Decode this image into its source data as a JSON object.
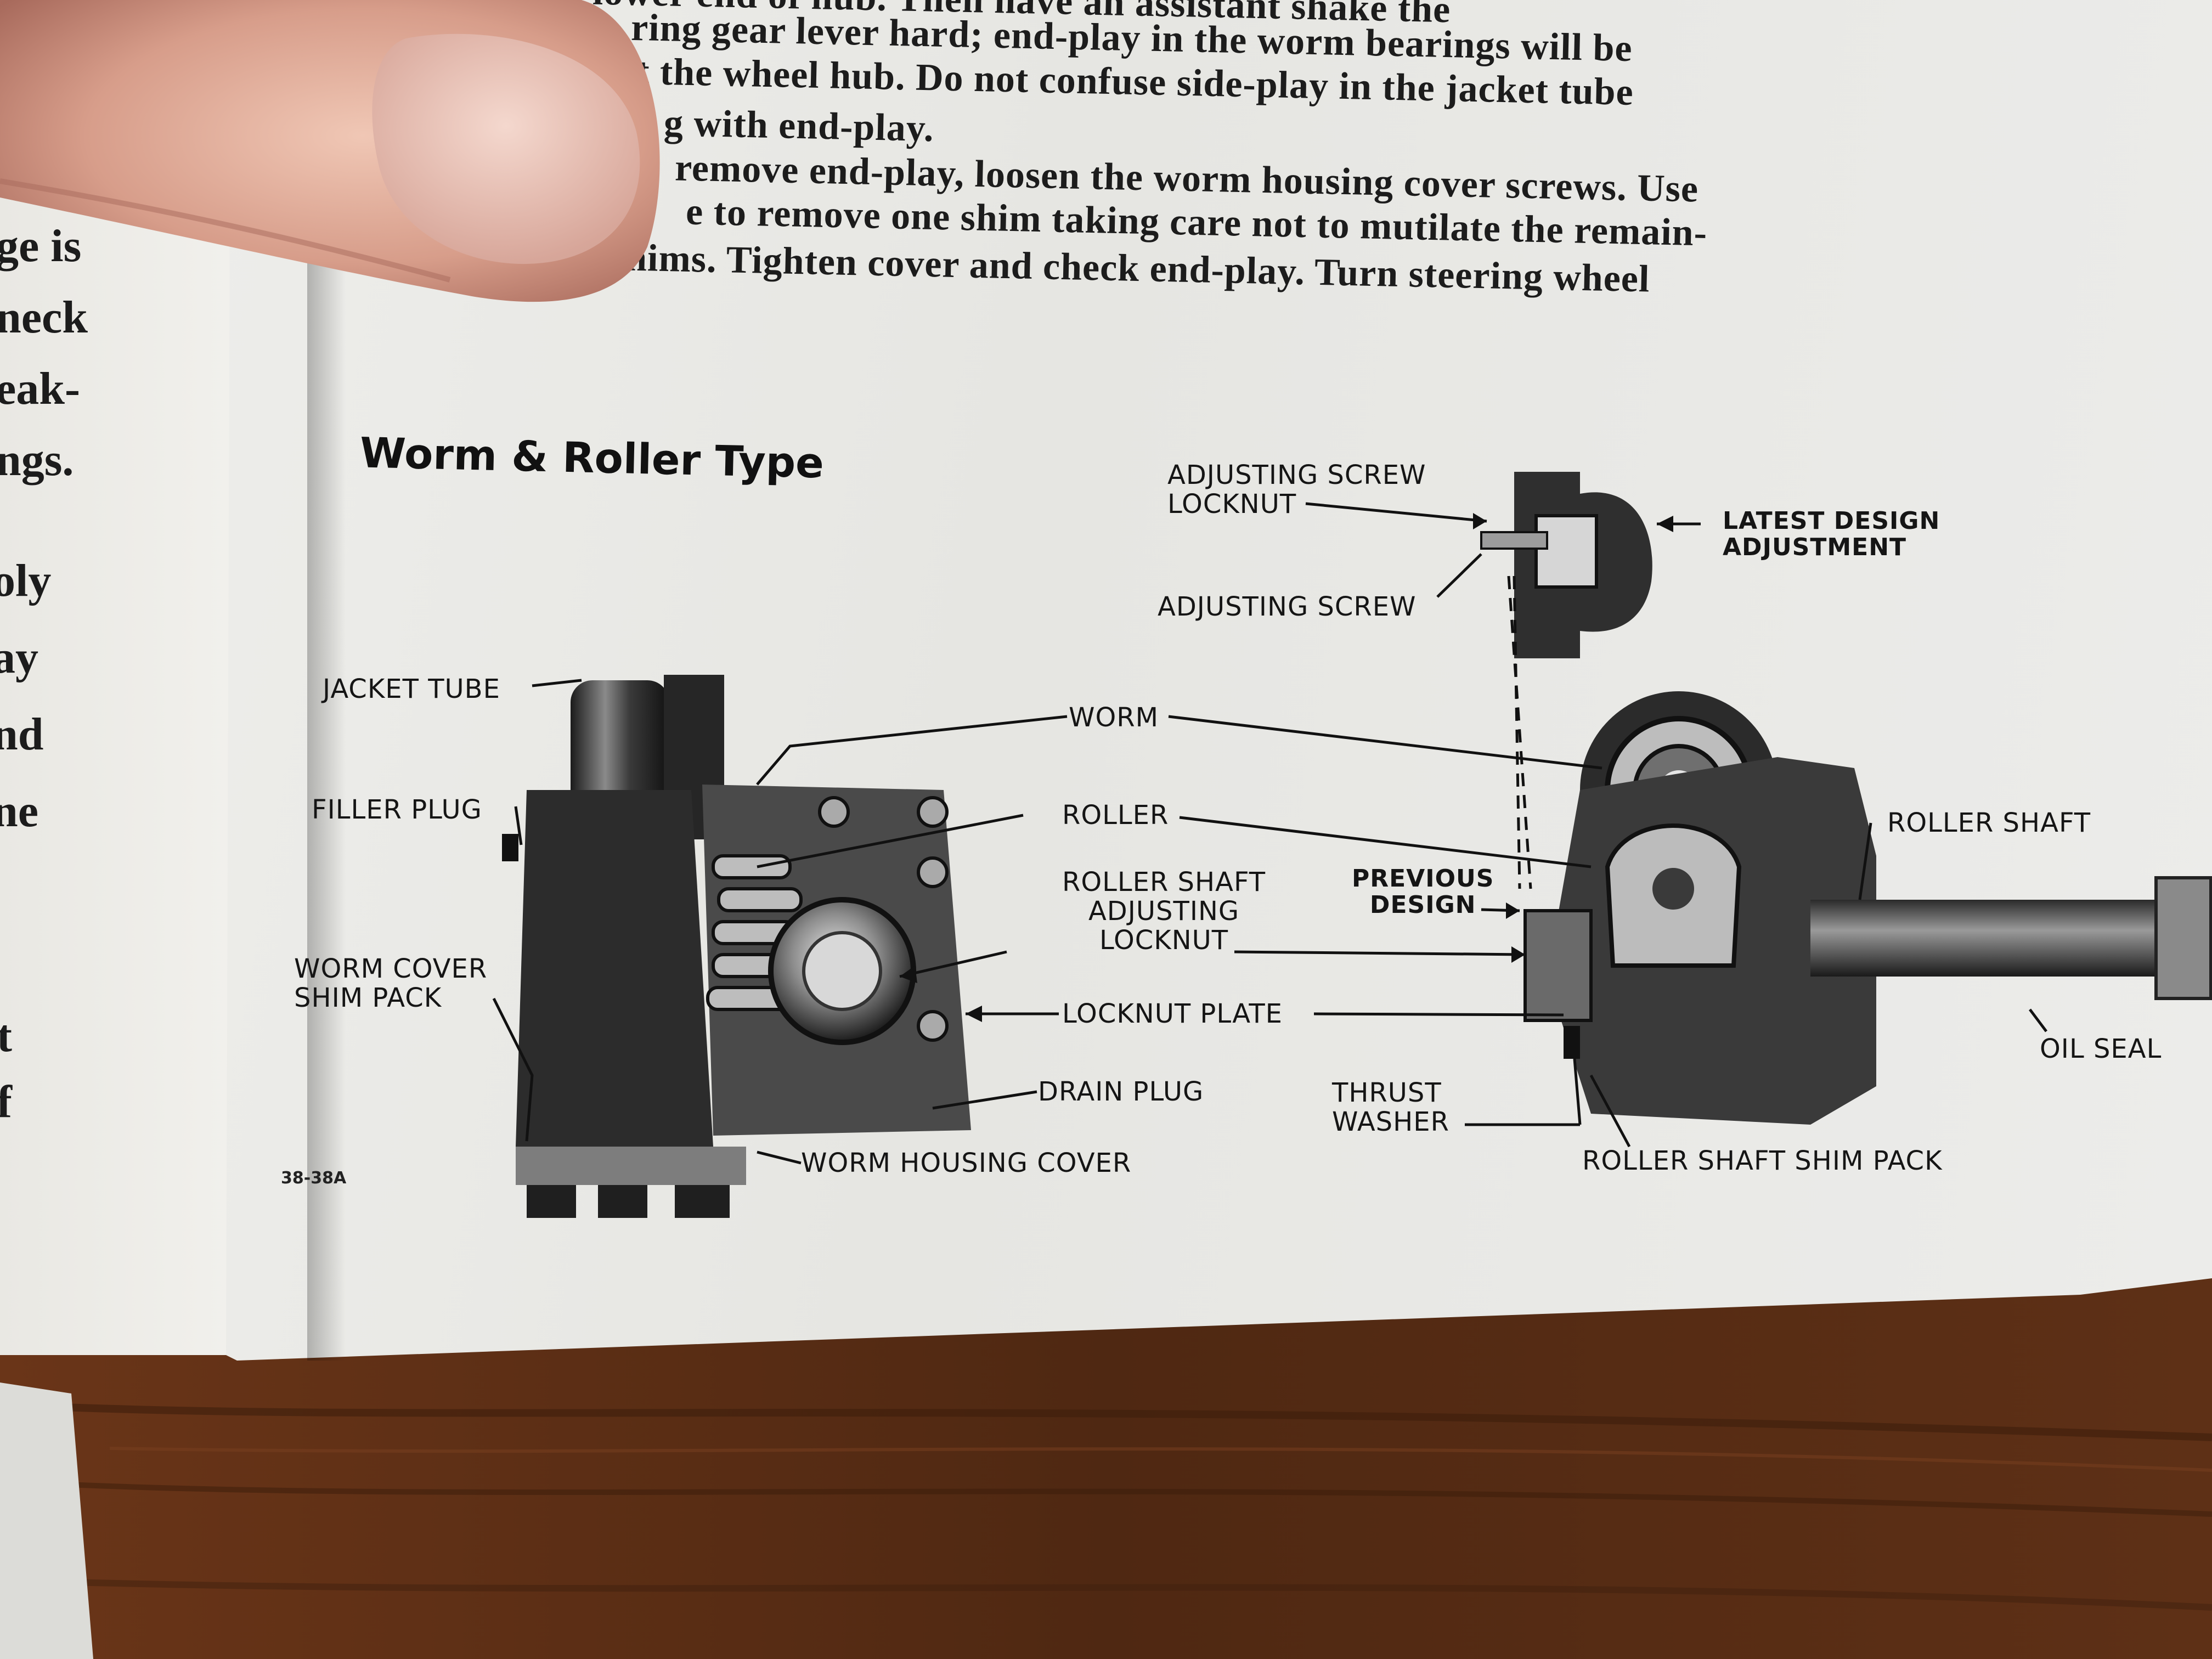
{
  "body_text": [
    "lower end of hub. Then have an assistant shake the",
    "ring gear lever hard; end-play in the worm bearings will be",
    "t the wheel hub. Do not confuse side-play in the jacket tube",
    "g with end-play.",
    "remove end-play, loosen the worm housing cover screws. Use",
    "e to remove one shim taking care not to mutilate the remain-",
    "hims. Tighten cover and check end-play. Turn steering wheel"
  ],
  "left_page_fragments": [
    "ge is",
    "neck",
    "eak-",
    "ngs.",
    "oly",
    "ay",
    "nd",
    "ne",
    "t",
    "f"
  ],
  "figure": {
    "title": "Worm & Roller Type",
    "figure_number": "38-38A",
    "labels": {
      "adjusting_screw_locknut": [
        "ADJUSTING SCREW",
        "LOCKNUT"
      ],
      "adjusting_screw": "ADJUSTING SCREW",
      "latest_design": [
        "LATEST DESIGN",
        "ADJUSTMENT"
      ],
      "jacket_tube": "JACKET TUBE",
      "filler_plug": "FILLER PLUG",
      "worm": "WORM",
      "roller": "ROLLER",
      "roller_shaft_adjusting_locknut": [
        "ROLLER SHAFT",
        "ADJUSTING",
        "LOCKNUT"
      ],
      "previous_design": [
        "PREVIOUS",
        "DESIGN"
      ],
      "roller_shaft": "ROLLER SHAFT",
      "worm_cover_shim_pack": [
        "WORM COVER",
        "SHIM PACK"
      ],
      "locknut_plate": "LOCKNUT PLATE",
      "oil_seal": "OIL SEAL",
      "drain_plug": "DRAIN PLUG",
      "thrust_washer": [
        "THRUST",
        "WASHER"
      ],
      "worm_housing_cover": "WORM HOUSING COVER",
      "roller_shaft_shim_pack": "ROLLER SHAFT SHIM PACK"
    }
  }
}
